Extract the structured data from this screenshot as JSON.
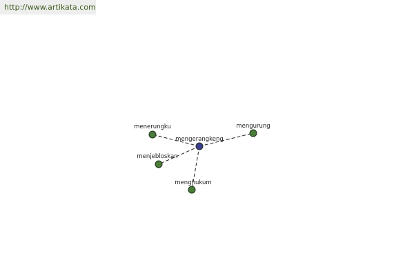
{
  "header": {
    "url": "http://www.artikata.com"
  },
  "graph": {
    "colors": {
      "center_node": "#3d3d8f",
      "leaf_node": "#4a7c3a",
      "node_stroke": "#1f2f1a",
      "edge": "#222222"
    },
    "center": {
      "id": "mengerangkeng",
      "label": "mengerangkeng"
    },
    "nodes": [
      {
        "id": "menerungku",
        "label": "menerungku"
      },
      {
        "id": "mengurung",
        "label": "mengurung"
      },
      {
        "id": "menjebloskan",
        "label": "menjebloskan"
      },
      {
        "id": "menghukum",
        "label": "menghukum"
      }
    ],
    "edges": [
      {
        "from": "mengerangkeng",
        "to": "menerungku"
      },
      {
        "from": "mengerangkeng",
        "to": "mengurung"
      },
      {
        "from": "mengerangkeng",
        "to": "menjebloskan"
      },
      {
        "from": "mengerangkeng",
        "to": "menghukum"
      }
    ]
  }
}
